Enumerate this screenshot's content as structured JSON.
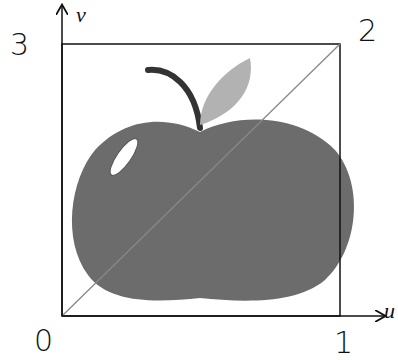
{
  "diagram": {
    "labels": [
      "3",
      "v",
      "2",
      "0",
      "u",
      "1"
    ]
  }
}
